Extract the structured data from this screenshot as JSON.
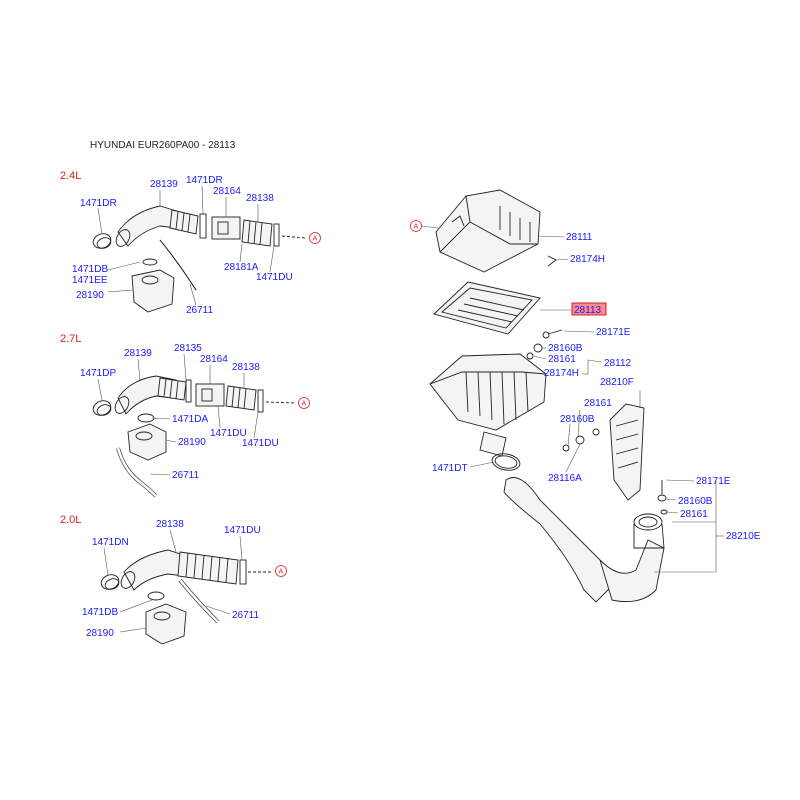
{
  "title": "HYUNDAI EUR260PA00 - 28113",
  "sections": {
    "s24": "2.4L",
    "s27": "2.7L",
    "s20": "2.0L"
  },
  "ref_marker": "A",
  "colors": {
    "label": "#1a1aff",
    "engine": "#e02020",
    "highlight": "#ff8a8a"
  },
  "labels_24": {
    "l1": "1471DR",
    "l2": "28139",
    "l3": "1471DR",
    "l4": "28164",
    "l5": "28138",
    "l6": "1471DB",
    "l7": "1471EE",
    "l8": "28190",
    "l9": "28181A",
    "l10": "1471DU",
    "l11": "26711"
  },
  "labels_27": {
    "l1": "28139",
    "l2": "28135",
    "l3": "28164",
    "l4": "1471DP",
    "l5": "28138",
    "l6": "1471DA",
    "l7": "28190",
    "l8": "1471DU",
    "l9": "1471DU",
    "l10": "26711"
  },
  "labels_20": {
    "l1": "28138",
    "l2": "1471DU",
    "l3": "1471DN",
    "l4": "1471DB",
    "l5": "26711",
    "l6": "28190"
  },
  "labels_main": {
    "l1": "28111",
    "l2": "28174H",
    "l3": "28113",
    "l4": "28171E",
    "l5": "28160B",
    "l6": "28161",
    "l7": "28112",
    "l8": "28174H",
    "l9": "28210F",
    "l10": "28161",
    "l11": "28160B",
    "l12": "1471DT",
    "l13": "28116A",
    "l14": "28171E",
    "l15": "28160B",
    "l16": "28161",
    "l17": "28210E"
  }
}
